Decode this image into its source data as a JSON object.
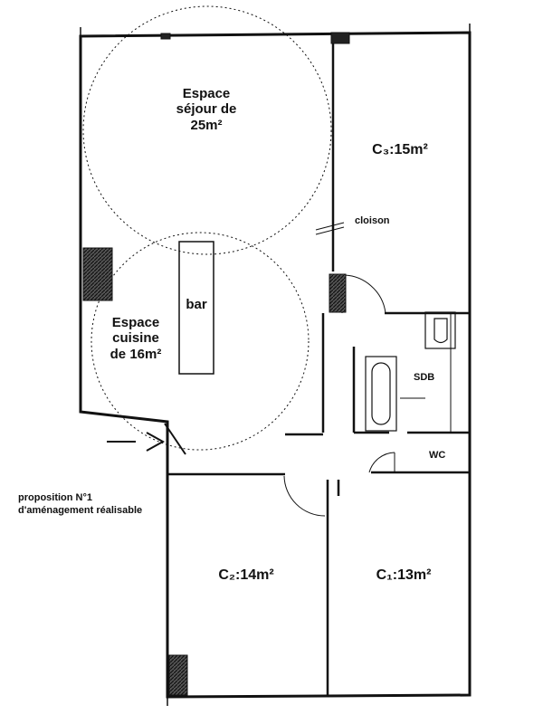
{
  "labels": {
    "sejour": [
      "Espace",
      "séjour de",
      "25m²"
    ],
    "c3": "C₃:15m²",
    "cloison": "cloison",
    "bar": "bar",
    "cuisine": [
      "Espace",
      "cuisine",
      "de 16m²"
    ],
    "sdb": "SDB",
    "wc": "WC",
    "c2": "C₂:14m²",
    "c1": "C₁:13m²",
    "proposition": [
      "proposition N°1",
      "d'aménagement réalisable"
    ]
  },
  "colors": {
    "ink": "#111111",
    "hatch": "#333333",
    "background": "#ffffff"
  }
}
